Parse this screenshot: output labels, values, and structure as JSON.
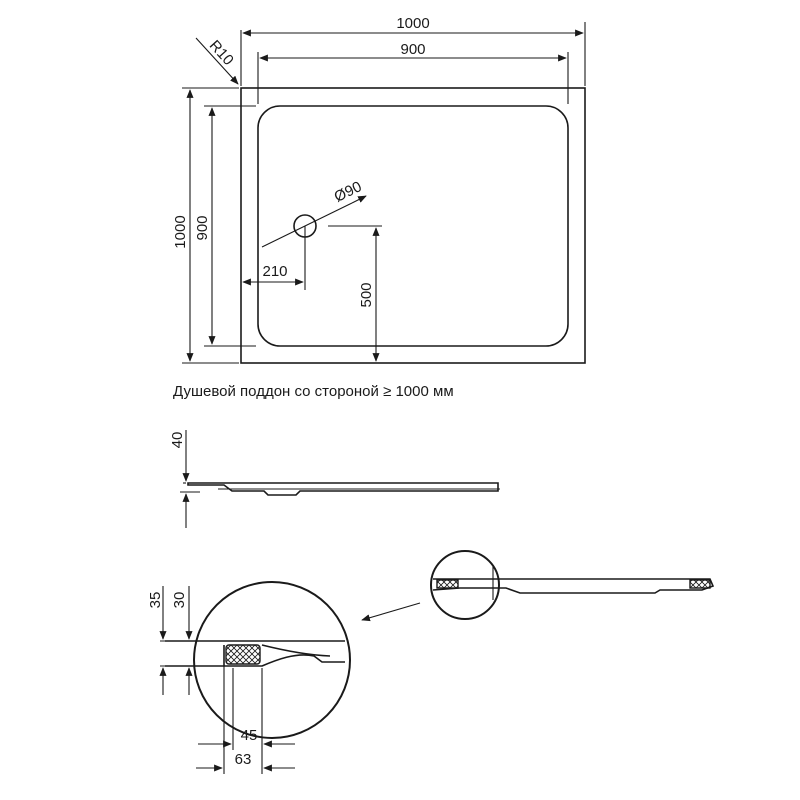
{
  "top_view": {
    "width_outer": "1000",
    "width_inner": "900",
    "corner_radius": "R10",
    "height_outer": "1000",
    "height_inner": "900",
    "drain_diameter": "Ø90",
    "drain_offset_x": "210",
    "drain_offset_y": "500"
  },
  "caption": "Душевой поддон со стороной ≥ 1000 мм",
  "side_view": {
    "height": "40"
  },
  "detail_view": {
    "height_outer": "35",
    "height_inner": "30",
    "width_inner": "45",
    "width_outer": "63"
  }
}
